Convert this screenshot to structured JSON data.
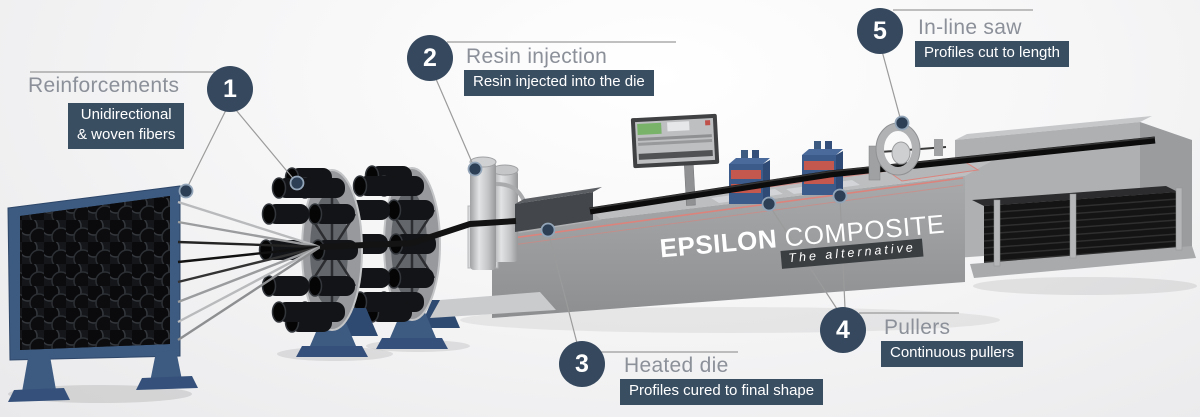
{
  "brand": {
    "name_primary": "EPSILON",
    "name_secondary": "COMPOSITE",
    "tagline": "The alternative"
  },
  "callouts": [
    {
      "number": "1",
      "title": "Reinforcements",
      "badge": "Unidirectional\n& woven fibers"
    },
    {
      "number": "2",
      "title": "Resin injection",
      "badge": "Resin injected into the die"
    },
    {
      "number": "3",
      "title": "Heated die",
      "badge": "Profiles cured to final shape"
    },
    {
      "number": "4",
      "title": "Pullers",
      "badge": "Continuous pullers"
    },
    {
      "number": "5",
      "title": "In-line saw",
      "badge": "Profiles cut to length"
    }
  ],
  "colors": {
    "accent_navy": "#35485D",
    "badge_navy": "#3A4E62",
    "title_gray": "#8B9099",
    "leader_line": "#9B9B9B",
    "machine_gray": "#A6A8AA",
    "equipment_blue": "#3D5A80",
    "puller_red": "#C4574E",
    "trim_red": "#DC837C",
    "profile_black": "#131417"
  }
}
